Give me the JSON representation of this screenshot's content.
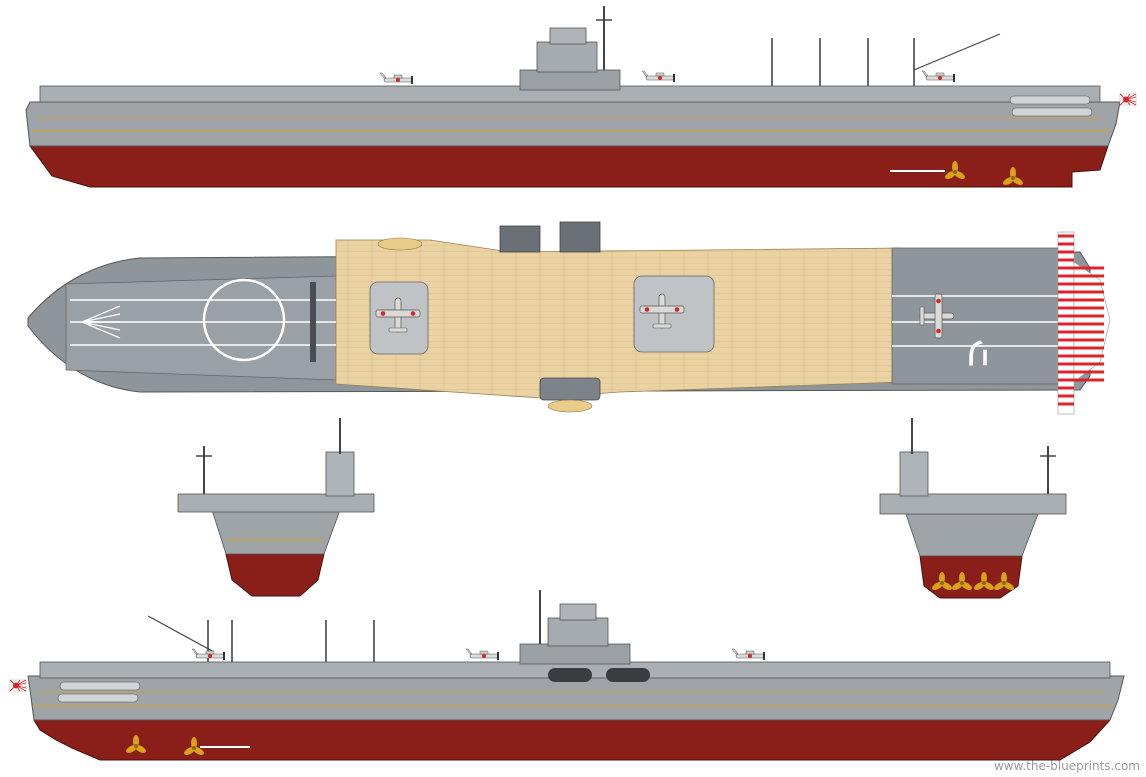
{
  "watermark": "www.the-blueprints.com",
  "deck_marking": "リ",
  "colors": {
    "hull_grey": "#9aa0a4",
    "hull_red": "#8a1f1a",
    "deck_wood": "#ead2a2",
    "deck_steel": "#8f969b",
    "stripe": "#c8a24a",
    "flag_red": "#d8242a"
  },
  "views": [
    {
      "name": "starboard-profile"
    },
    {
      "name": "plan-view"
    },
    {
      "name": "bow-view"
    },
    {
      "name": "stern-view"
    },
    {
      "name": "port-profile"
    }
  ],
  "icons": {
    "aircraft": "aircraft-icon",
    "rising_sun_flag": "rising-sun-flag-icon",
    "propeller": "propeller-icon"
  }
}
